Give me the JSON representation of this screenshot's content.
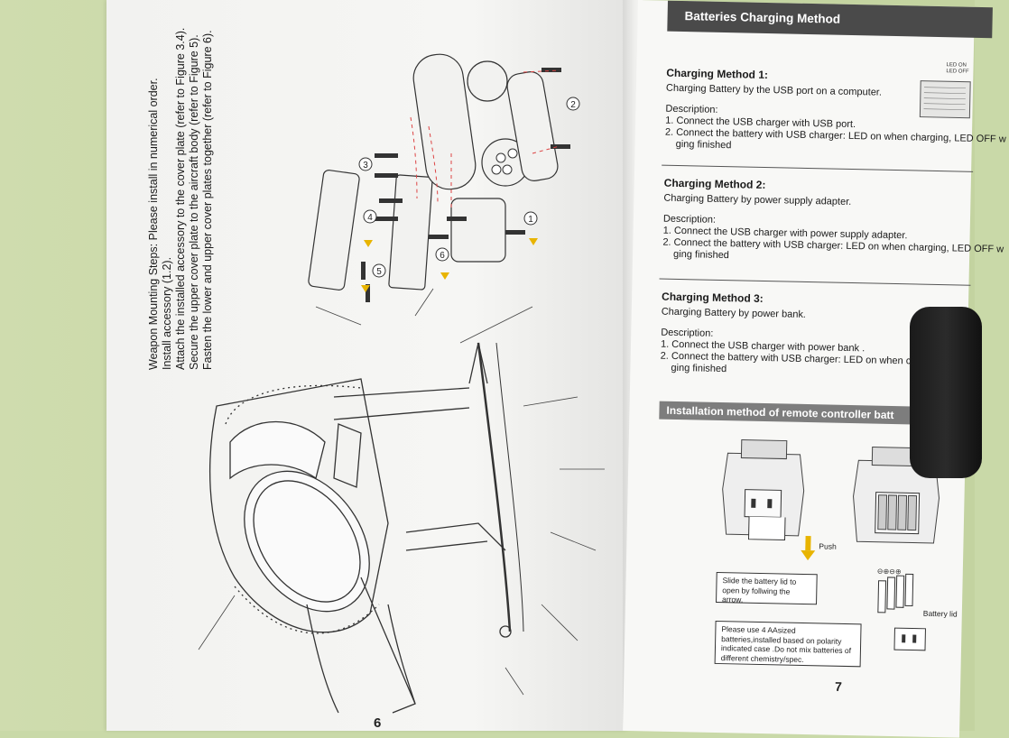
{
  "left_page": {
    "instructions": [
      "Weapon Mounting Steps: Please install in numerical order.",
      "Install accessory (1.2).",
      "Attach the installed accessory to the cover plate (refer to Figure 3.4).",
      "Secure the upper cover plate to the aircraft body (refer to Figure 5).",
      "Fasten the lower and upper cover plates together (refer to Figure 6)."
    ],
    "page_number": "6",
    "step_markers": [
      "1",
      "2",
      "3",
      "4",
      "5",
      "6"
    ]
  },
  "right_page": {
    "header": "Batteries Charging Method",
    "led_labels": [
      "LED ON",
      "LED OFF"
    ],
    "methods": [
      {
        "title": "Charging Method 1:",
        "subtitle": "Charging Battery by the USB port on a computer.",
        "desc_label": "Description:",
        "step1": "1. Connect the USB charger with USB port.",
        "step2": "2. Connect the battery with USB charger: LED on when charging, LED OFF w",
        "step2_cont": "ging finished"
      },
      {
        "title": "Charging Method 2:",
        "subtitle": "Charging Battery by power supply adapter.",
        "desc_label": "Description:",
        "step1": "1. Connect the USB charger with power supply adapter.",
        "step2": "2. Connect the battery with USB charger: LED on when charging, LED OFF w",
        "step2_cont": "ging finished"
      },
      {
        "title": "Charging Method 3:",
        "subtitle": "Charging Battery by power bank.",
        "desc_label": "Description:",
        "step1": "1. Connect the USB charger with power bank .",
        "step2": "2. Connect the battery with USB charger: LED on when char",
        "step2_cont": "ging finished"
      }
    ],
    "install_header": "Installation method of remote controller batt",
    "push_label": "Push",
    "slide_note": "Slide the battery lid to open by follwing the arrow.",
    "battery_note": "Please use 4 AAsized batteries,installed based on polarity indicated case .Do not mix batteries of different chemistry/spec.",
    "battery_lid_label": "Battery lid",
    "page_number": "7"
  },
  "colors": {
    "table": "#c9d9a8",
    "paper": "#f6f6f4",
    "header_bar": "#4a4a4a",
    "install_bar": "#7d7d7d",
    "arrow": "#e8b400",
    "red_line": "#d44"
  }
}
